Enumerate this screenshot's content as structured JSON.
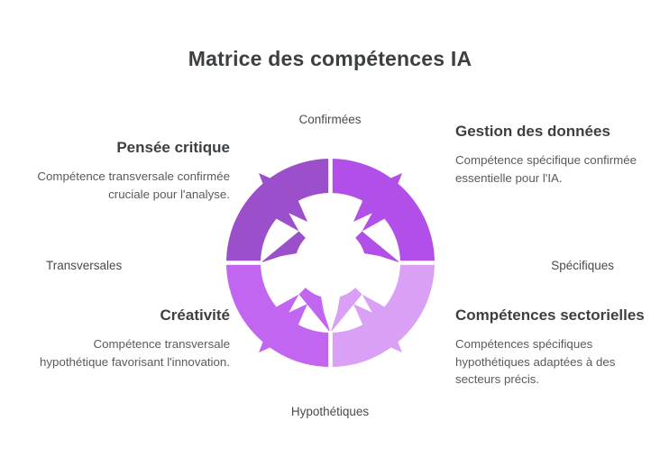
{
  "header": {
    "title": "Matrice des compétences IA"
  },
  "axes": {
    "top": "Confirmées",
    "bottom": "Hypothétiques",
    "left": "Transversales",
    "right": "Spécifiques"
  },
  "quadrants": [
    {
      "id": "top-left",
      "heading": "Pensée critique",
      "body": "Compétence transversale confirmée cruciale pour l'analyse.",
      "color": "#9b4fcb"
    },
    {
      "id": "top-right",
      "heading": "Gestion des données",
      "body": "Compétence spécifique confirmée essentielle pour l'IA.",
      "color": "#b24fe8"
    },
    {
      "id": "bottom-left",
      "heading": "Créativité",
      "body": "Compétence transversale hypothétique favorisant l'innovation.",
      "color": "#c265f0"
    },
    {
      "id": "bottom-right",
      "heading": "Compétences sectorielles",
      "body": "Compétences spécifiques hypothétiques adaptées à des secteurs précis.",
      "color": "#d9a0f5"
    }
  ],
  "diagram": {
    "type": "segmented-ring-cycle",
    "segment_count": 4,
    "background": "#ffffff",
    "gap_color": "#ffffff"
  },
  "theme": {
    "text_primary": "#3c4043",
    "text_secondary": "#5a5a5a",
    "background": "#ffffff"
  }
}
